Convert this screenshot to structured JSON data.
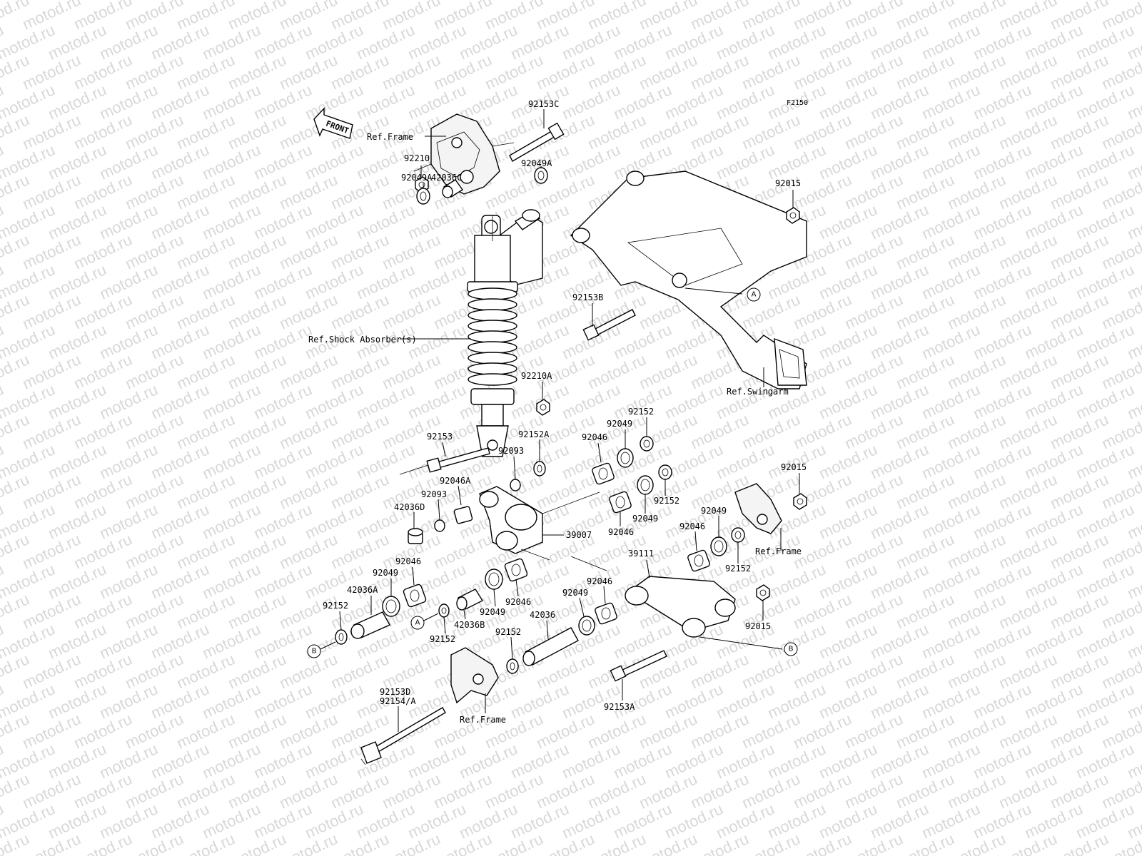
{
  "watermark": "motod.ru",
  "diagram_code": "F2150",
  "front_arrow": "FRONT",
  "refs": {
    "frame_top": "Ref.Frame",
    "shock": "Ref.Shock Absorber(s)",
    "swingarm": "Ref.Swingarm",
    "frame_right": "Ref.Frame",
    "frame_bottom": "Ref.Frame"
  },
  "parts": {
    "p92153C": "92153C",
    "p92210": "92210",
    "p92049A_top": "92049A",
    "p42036C": "42036C",
    "p92049A_left": "92049A",
    "p92015_top": "92015",
    "p92153B": "92153B",
    "p92210A": "92210A",
    "p92152_1": "92152",
    "p92049_1": "92049",
    "p92153": "92153",
    "p92152A": "92152A",
    "p92046_1": "92046",
    "p92093_1": "92093",
    "p92046A": "92046A",
    "p92093_2": "92093",
    "p42036D": "42036D",
    "p92015_right": "92015",
    "p92152_2": "92152",
    "p92049_2": "92049",
    "p92046_2": "92046",
    "p39007": "39007",
    "p92049_3": "92049",
    "p92046_3": "92046",
    "p39111": "39111",
    "p92152_3": "92152",
    "p92046_4": "92046",
    "p92049_4": "92049",
    "p42036A": "42036A",
    "p92152_4": "92152",
    "p92049_5": "92049",
    "p92046_5": "92046",
    "p42036B": "42036B",
    "p92152_5": "92152",
    "p92152_6": "92152",
    "p42036": "42036",
    "p92049_6": "92049",
    "p92046_6": "92046",
    "p92015_bottom": "92015",
    "p92153D": "92153D",
    "p92154A": "92154/A",
    "p92153A": "92153A"
  },
  "markers": {
    "A_swingarm": "A",
    "A_left": "A",
    "B_left": "B",
    "B_right": "B"
  }
}
